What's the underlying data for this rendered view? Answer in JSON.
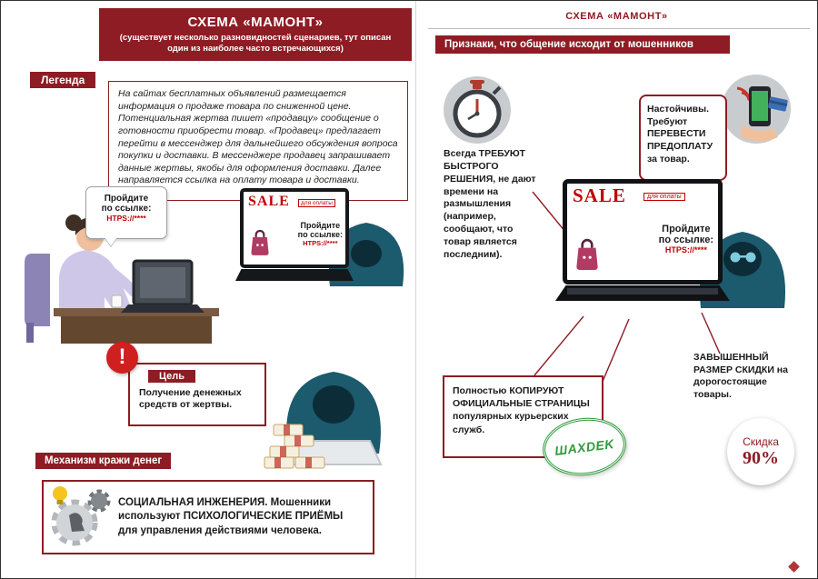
{
  "palette": {
    "maroon": "#8e1c24",
    "accent_red": "#c00000",
    "teal": "#1c5a6d",
    "green": "#2e9b3e"
  },
  "icons": {
    "warning_glyph": "!"
  },
  "left_page": {
    "header": {
      "title": "СХЕМА «МАМОНТ»",
      "subtitle": "(существует несколько разновидностей сценариев, тут описан один из наиболее часто встречающихся)"
    },
    "legend": {
      "label": "Легенда",
      "text": "На сайтах бесплатных объявлений размещается информация о продаже товара по сниженной цене. Потенциальная жертва пишет «продавцу» сообщение о готовности приобрести товар. «Продавец» предлагает перейти в мессенджер для дальнейшего обсуждения вопроса покупки и доставки. В мессенджере продавец запрашивает данные жертвы, якобы для оформления доставки. Далее направляется ссылка на оплату товара и доставки."
    },
    "speech_bubble": {
      "line1": "Пройдите",
      "line2": "по ссылке:",
      "link": "HTPS://****"
    },
    "laptop_screen": {
      "sale": "SALE",
      "pay_note": "для оплаты",
      "line1": "Пройдите",
      "line2": "по ссылке:",
      "link": "HTPS://****"
    },
    "goal": {
      "label": "Цель",
      "text": "Получение денежных средств от жертвы."
    },
    "mechanism": {
      "label": "Механизм кражи денег",
      "text": "СОЦИАЛЬНАЯ ИНЖЕНЕРИЯ.  Мошенники используют ПСИХОЛОГИЧЕСКИЕ ПРИЁМЫ для управления действиями человека."
    }
  },
  "right_page": {
    "page_title": "СХЕМА «МАМОНТ»",
    "section_header": "Признаки, что общение исходит от мошенников",
    "urgency": {
      "bold": "Всегда ТРЕБУЮТ БЫСТРОГО РЕШЕНИЯ,",
      "rest": " не дают времени на размышления (например, сообщают, что товар является последним)."
    },
    "prepayment": {
      "p1": "Настойчивы. Требуют ",
      "p2": "ПЕРЕВЕСТИ ПРЕДОПЛАТУ",
      "p3": " за товар."
    },
    "laptop_screen": {
      "sale": "SALE",
      "pay_note": "для оплаты",
      "line1": "Пройдите",
      "line2": "по ссылке:",
      "link": "HTPS://****"
    },
    "copycat": {
      "p1": "Полностью ",
      "p2": "КОПИРУЮТ ОФИЦИАЛЬНЫЕ СТРАНИЦЫ",
      "p3": " популярных курьерских служб."
    },
    "fake_logo": "ШАХDEK",
    "discount": {
      "p1": "ЗАВЫШЕННЫЙ РАЗМЕР СКИДКИ",
      "p2": " на дорогостоящие товары."
    },
    "discount_badge": {
      "label": "Скидка",
      "value": "90%"
    }
  }
}
